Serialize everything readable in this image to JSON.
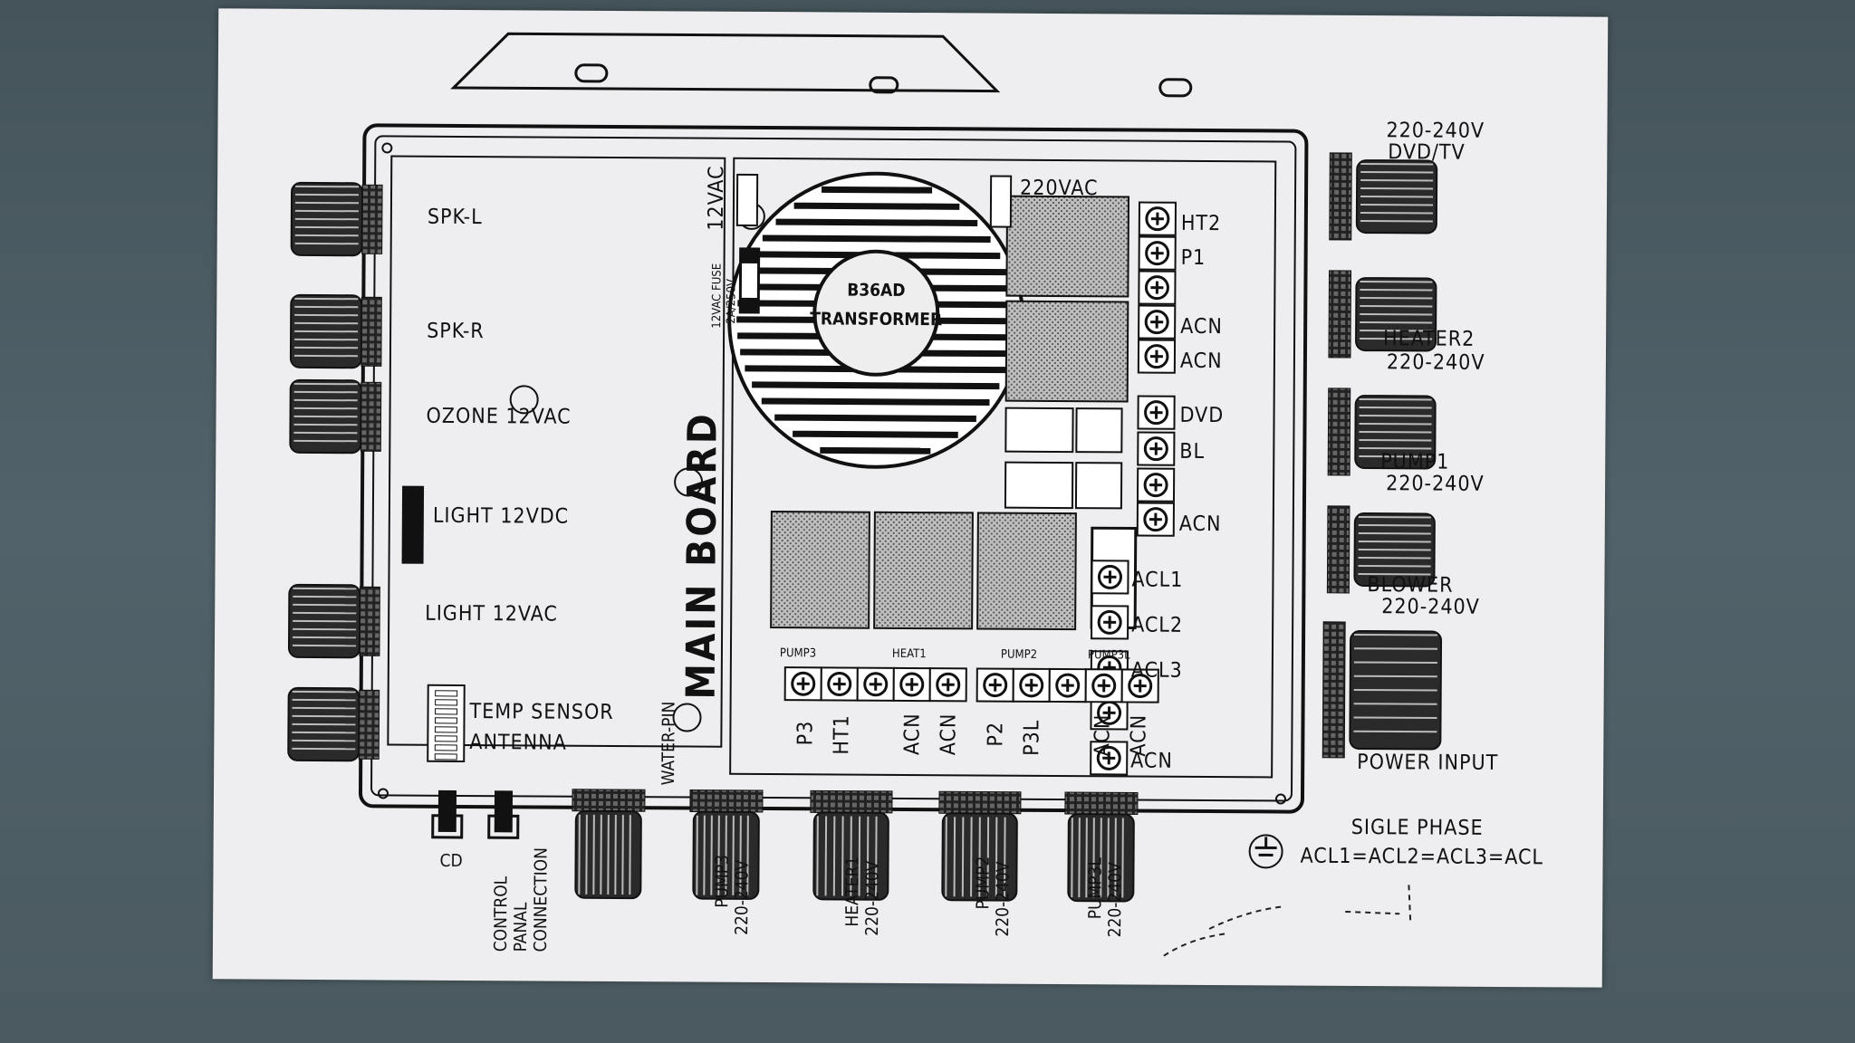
{
  "board": {
    "title": "MAIN BOARD"
  },
  "transformer": {
    "line1": "B36AD",
    "line2": "TRANSFORMER"
  },
  "left_ports": [
    "SPK-L",
    "SPK-R",
    "OZONE 12VAC",
    "LIGHT 12VDC",
    "LIGHT 12VAC",
    "TEMP SENSOR",
    "ANTENNA"
  ],
  "board_labels": {
    "v12": "12VAC",
    "fuse1": "12VAC FUSE",
    "fuse2": "2A/250V",
    "v220": "220VAC",
    "water_pin": "WATER-PIN"
  },
  "right_terminals_top": [
    "HT2",
    "P1",
    "ACN",
    "ACN"
  ],
  "right_terminals_mid": [
    "DVD",
    "BL",
    "ACN"
  ],
  "acl_terminals": [
    "ACL1",
    "ACL2",
    "ACL3",
    "ACN"
  ],
  "relay_labels": [
    "PUMP3",
    "HEAT1",
    "PUMP2",
    "PUMP3L"
  ],
  "bottom_terminals": [
    "P3",
    "HT1",
    "ACN",
    "ACN",
    "P2",
    "P3L",
    "ACN",
    "ACN"
  ],
  "right_outputs": {
    "dvd_1": "220-240V",
    "dvd_2": "DVD/TV",
    "heater2_1": "HEATER2",
    "heater2_2": "220-240V",
    "pump1_1": "PUMP1",
    "pump1_2": "220-240V",
    "blower_1": "BLOWER",
    "blower_2": "220-240V",
    "power": "POWER INPUT",
    "phase_1": "SIGLE PHASE",
    "phase_2": "ACL1=ACL2=ACL3=ACL"
  },
  "bottom_outputs": {
    "cd": "CD",
    "control_1": "CONTROL",
    "control_2": "PANAL",
    "control_3": "CONNECTION",
    "pump3_1": "PUMP3",
    "pump3_2": "220-240V",
    "heater1_1": "HEATER1",
    "heater1_2": "220-240V",
    "pump2_1": "PUMP2",
    "pump2_2": "220-240V",
    "pump3l_1": "PUMP3L",
    "pump3l_2": "220-240V"
  }
}
